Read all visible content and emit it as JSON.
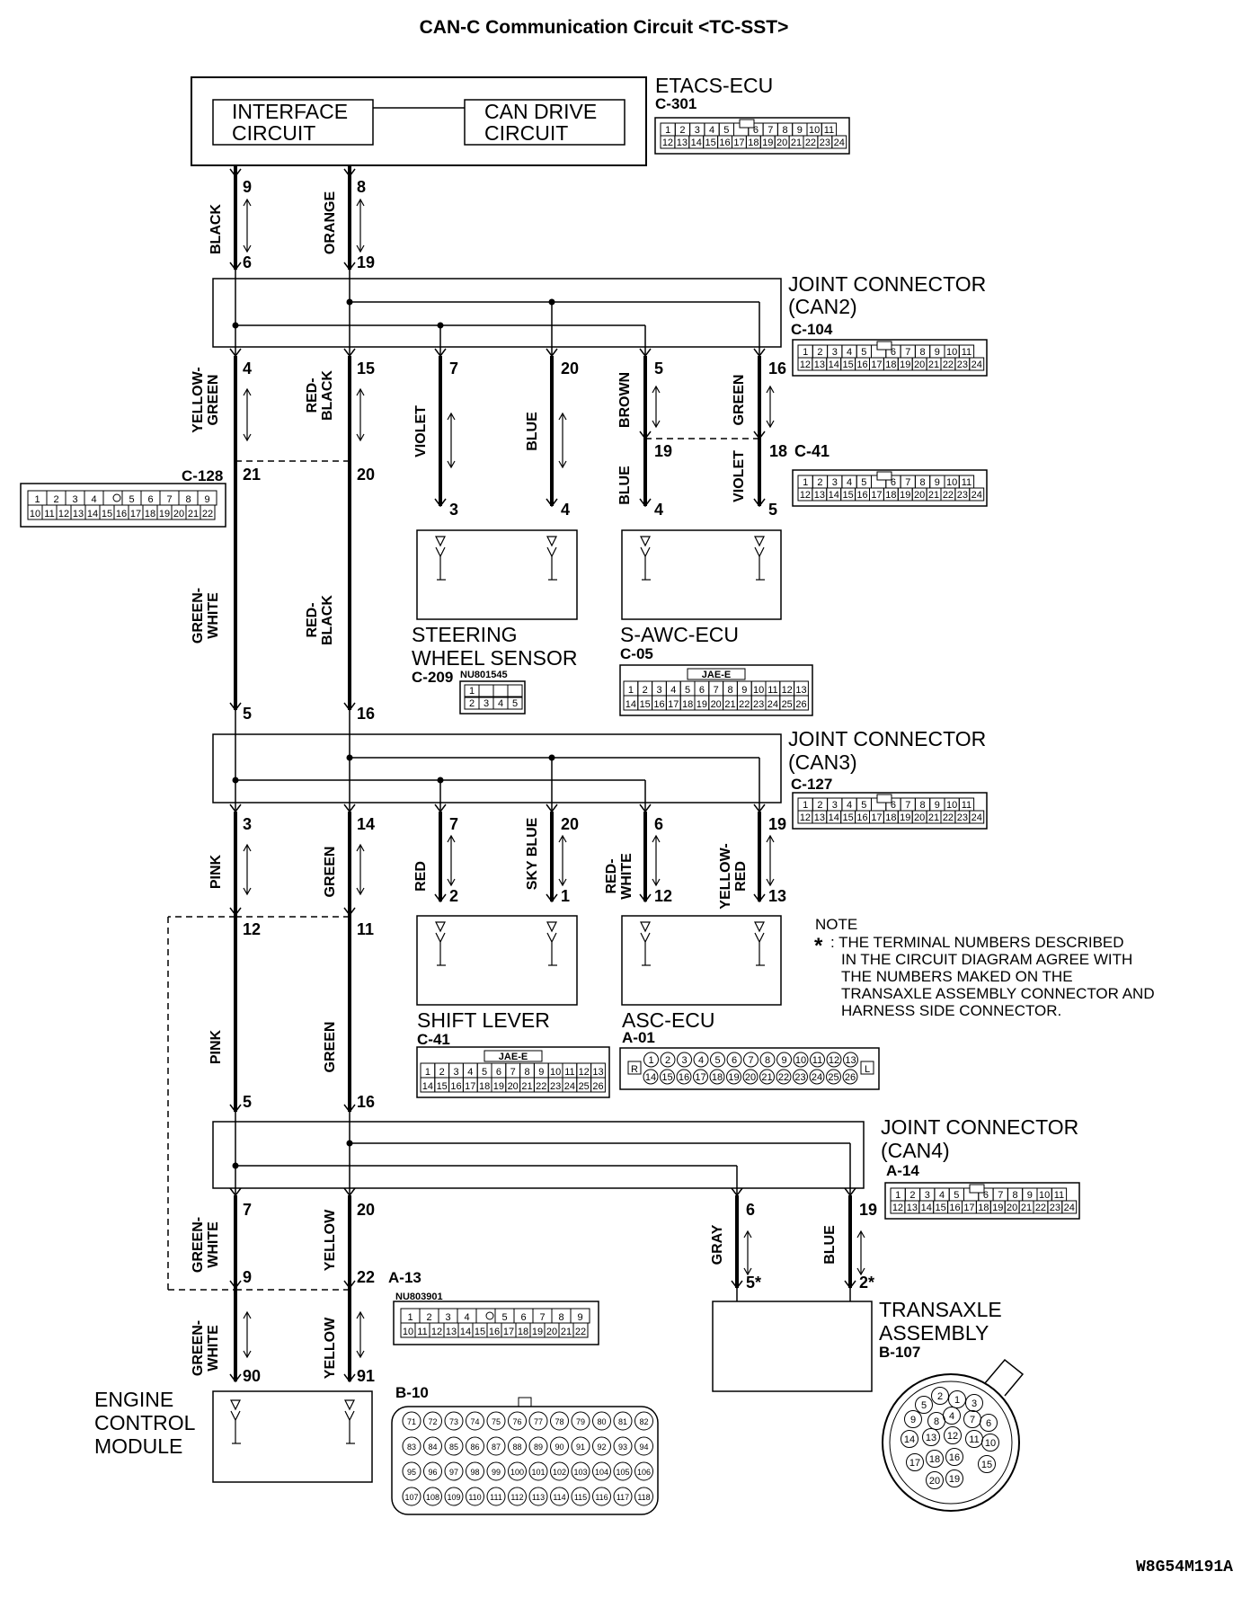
{
  "title": "CAN-C Communication Circuit <TC-SST>",
  "figure_ref": "W8G54M191A",
  "etacs": {
    "name": "ETACS-ECU",
    "code": "C-301",
    "interface_circuit": [
      "INTERFACE",
      "CIRCUIT"
    ],
    "can_drive_circuit": [
      "CAN DRIVE",
      "CIRCUIT"
    ]
  },
  "joint_can2": {
    "name": [
      "JOINT CONNECTOR",
      "(CAN2)"
    ],
    "code": "C-104"
  },
  "joint_can3": {
    "name": [
      "JOINT CONNECTOR",
      "(CAN3)"
    ],
    "code": "C-127"
  },
  "joint_can4": {
    "name": [
      "JOINT CONNECTOR",
      "(CAN4)"
    ],
    "code": "A-14"
  },
  "c128_code": "C-128",
  "c41_code": "C-41",
  "a13_code": "A-13",
  "steering": {
    "name": [
      "STEERING",
      "WHEEL SENSOR"
    ],
    "code": "C-209",
    "part": "NU801545"
  },
  "sawc": {
    "name": "S-AWC-ECU",
    "code": "C-05",
    "jae": "JAE-E"
  },
  "shift": {
    "name": "SHIFT LEVER",
    "code": "C-41",
    "jae": "JAE-E"
  },
  "asc": {
    "name": "ASC-ECU",
    "code": "A-01"
  },
  "a13_part": "NU803901",
  "transaxle": {
    "name": [
      "TRANSAXLE",
      "ASSEMBLY"
    ],
    "code": "B-107"
  },
  "ecm": {
    "name": [
      "ENGINE",
      "CONTROL",
      "MODULE"
    ],
    "code": "B-10"
  },
  "note": {
    "title": "NOTE",
    "star": "*",
    "lines": [
      ": THE TERMINAL NUMBERS DESCRIBED",
      "IN THE CIRCUIT DIAGRAM AGREE WITH",
      "THE NUMBERS MAKED ON THE",
      "TRANSAXLE ASSEMBLY CONNECTOR AND",
      "HARNESS SIDE CONNECTOR."
    ]
  },
  "wires": {
    "black": "BLACK",
    "orange": "ORANGE",
    "yellow_green": [
      "YELLOW-",
      "GREEN"
    ],
    "red_black": [
      "RED-",
      "BLACK"
    ],
    "violet": "VIOLET",
    "blue": "BLUE",
    "brown": "BROWN",
    "green": "GREEN",
    "green_white": [
      "GREEN-",
      "WHITE"
    ],
    "pink": "PINK",
    "red": "RED",
    "sky_blue": "SKY BLUE",
    "red_white": [
      "RED-",
      "WHITE"
    ],
    "yellow_red": [
      "YELLOW-",
      "RED"
    ],
    "gray": "GRAY",
    "yellow": "YELLOW"
  },
  "pins": {
    "e9": "9",
    "e8": "8",
    "j2_6": "6",
    "j2_19": "19",
    "j2_4": "4",
    "j2_15": "15",
    "j2_7": "7",
    "j2_20": "20",
    "j2_5": "5",
    "j2_16": "16",
    "c128_21": "21",
    "c128_20": "20",
    "c41_19": "19",
    "c41_18": "18",
    "sw3": "3",
    "sw4": "4",
    "sa4": "4",
    "sa5": "5",
    "j3_5": "5",
    "j3_16": "16",
    "j3_3": "3",
    "j3_14": "14",
    "j3_7": "7",
    "j3_20": "20",
    "j3_6": "6",
    "j3_19": "19",
    "sl2": "2",
    "sl1": "1",
    "asc12": "12",
    "asc13": "13",
    "d12": "12",
    "d11": "11",
    "j4_5": "5",
    "j4_16": "16",
    "j4_7": "7",
    "j4_20": "20",
    "j4_6": "6",
    "j4_19": "19",
    "a13_9": "9",
    "a13_22": "22",
    "tx5": "5*",
    "tx2": "2*",
    "ecm90": "90",
    "ecm91": "91"
  },
  "conn": {
    "c301_top": [
      "1",
      "2",
      "3",
      "4",
      "5",
      "",
      "6",
      "7",
      "8",
      "9",
      "10",
      "11"
    ],
    "c301_bot": [
      "12",
      "13",
      "14",
      "15",
      "16",
      "17",
      "18",
      "19",
      "20",
      "21",
      "22",
      "23",
      "24"
    ],
    "c128_top": [
      "1",
      "2",
      "3",
      "4",
      "",
      "5",
      "6",
      "7",
      "8",
      "9"
    ],
    "c128_bot": [
      "10",
      "11",
      "12",
      "13",
      "14",
      "15",
      "16",
      "17",
      "18",
      "19",
      "20",
      "21",
      "22"
    ],
    "c209_top": [
      "1",
      "",
      "",
      ""
    ],
    "c209_bot": [
      "2",
      "3",
      "4",
      "5"
    ],
    "jae_top": [
      "1",
      "2",
      "3",
      "4",
      "5",
      "6",
      "7",
      "8",
      "9",
      "10",
      "11",
      "12",
      "13"
    ],
    "jae_bot": [
      "14",
      "15",
      "16",
      "17",
      "18",
      "19",
      "20",
      "21",
      "22",
      "23",
      "24",
      "25",
      "26"
    ],
    "asc_top": [
      "R",
      "1",
      "2",
      "3",
      "4",
      "5",
      "6",
      "7",
      "8",
      "9",
      "10",
      "11",
      "12",
      "13",
      "L"
    ],
    "asc_bot": [
      "14",
      "15",
      "16",
      "17",
      "18",
      "19",
      "20",
      "21",
      "22",
      "23",
      "24",
      "25",
      "26"
    ],
    "b10": [
      [
        "71",
        "72",
        "73",
        "74",
        "75",
        "76",
        "77",
        "78",
        "79",
        "80",
        "81",
        "82"
      ],
      [
        "83",
        "84",
        "85",
        "86",
        "87",
        "88",
        "89",
        "90",
        "91",
        "92",
        "93",
        "94"
      ],
      [
        "95",
        "96",
        "97",
        "98",
        "99",
        "100",
        "101",
        "102",
        "103",
        "104",
        "105",
        "106"
      ],
      [
        "107",
        "108",
        "109",
        "110",
        "111",
        "112",
        "113",
        "114",
        "115",
        "116",
        "117",
        "118"
      ]
    ],
    "b107": [
      "1",
      "2",
      "3",
      "4",
      "5",
      "6",
      "7",
      "8",
      "9",
      "10",
      "11",
      "12",
      "13",
      "14",
      "15",
      "16",
      "17",
      "18",
      "19",
      "20"
    ]
  }
}
